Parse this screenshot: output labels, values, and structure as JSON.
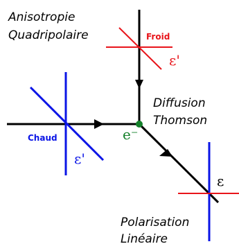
{
  "labels": {
    "title_line1": "Anisotropie",
    "title_line2": "Quadripolaire",
    "froid": "Froid",
    "chaud": "Chaud",
    "epsilon_prime_top": "ε'",
    "epsilon_prime_left": "ε'",
    "epsilon": "ε",
    "electron": "e⁻",
    "diffusion_line1": "Diffusion",
    "diffusion_line2": "Thomson",
    "polarisation_line1": "Polarisation",
    "polarisation_line2": "Linéaire"
  },
  "colors": {
    "red": "#e8141a",
    "blue": "#0a14e6",
    "green": "#14802a",
    "black": "#000000"
  }
}
